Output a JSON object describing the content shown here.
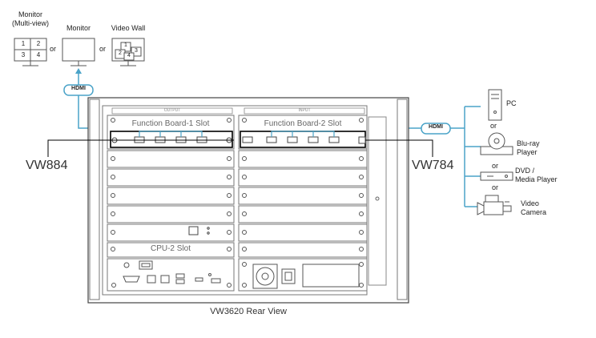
{
  "top_displays": {
    "monitor_multiview": "Monitor\n(Multi-view)",
    "monitor": "Monitor",
    "video_wall": "Video Wall",
    "or_1": "or",
    "or_2": "or",
    "multiview_cells": [
      "1",
      "2",
      "3",
      "4"
    ],
    "videowall_cells": [
      "1",
      "2",
      "3",
      "4"
    ]
  },
  "hdmi_left": "HDMI",
  "hdmi_right": "HDMI",
  "left_board": "VW884",
  "right_board": "VW784",
  "chassis": {
    "output_label": "OUTPUT",
    "input_label": "INPUT",
    "slot1": "Function Board-1 Slot",
    "slot2": "Function Board-2 Slot",
    "cpu_slot": "CPU-2 Slot",
    "caption": "VW3620 Rear View"
  },
  "sources": {
    "pc": "PC",
    "or_a": "or",
    "bluray": "Blu-ray\nPlayer",
    "or_b": "or",
    "dvd": "DVD /\nMedia Player",
    "or_c": "or",
    "camera": "Video\nCamera"
  }
}
